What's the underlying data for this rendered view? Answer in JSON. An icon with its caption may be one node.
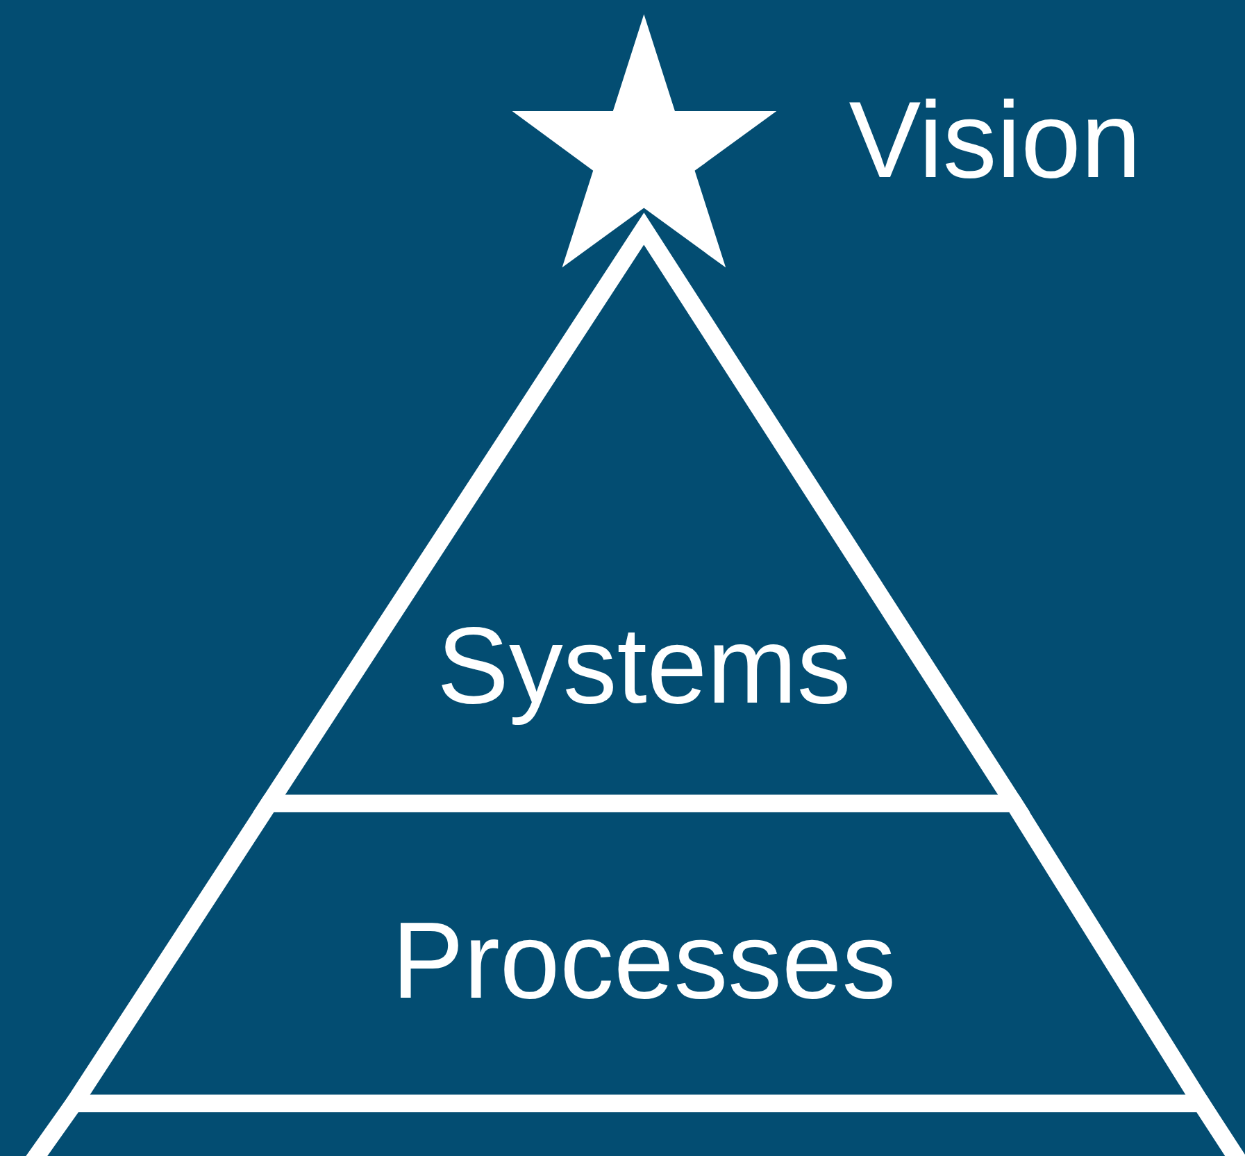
{
  "diagram": {
    "nodes": [
      {
        "text": [],
        "shape": "star",
        "beside": [
          "Vision"
        ]
      },
      {
        "text": [
          "Systems"
        ]
      },
      {
        "text": [
          "Processes"
        ]
      },
      {
        "text": [],
        "shape": "bar"
      }
    ]
  }
}
